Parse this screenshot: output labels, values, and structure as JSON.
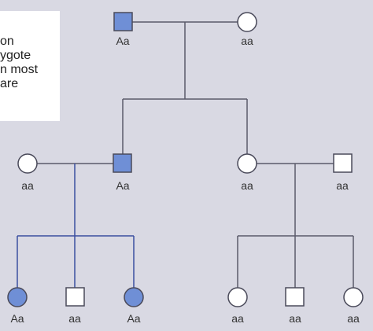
{
  "caption": {
    "line1": "on",
    "line2": "ygote",
    "line3": "n most",
    "line4": "are"
  },
  "colors": {
    "affected_fill": "#6f8fd6",
    "unaffected_fill": "#ffffff",
    "line": "#5a5a6a",
    "blue_line": "#3a4fa0"
  },
  "pedigree": {
    "gen1": [
      {
        "id": "g1-male",
        "sex": "male",
        "affected": true,
        "genotype": "Aa"
      },
      {
        "id": "g1-female",
        "sex": "female",
        "affected": false,
        "genotype": "aa"
      }
    ],
    "gen2": [
      {
        "id": "g2-female-left",
        "sex": "female",
        "affected": false,
        "genotype": "aa"
      },
      {
        "id": "g2-male-left",
        "sex": "male",
        "affected": true,
        "genotype": "Aa"
      },
      {
        "id": "g2-female-right",
        "sex": "female",
        "affected": false,
        "genotype": "aa"
      },
      {
        "id": "g2-male-right",
        "sex": "male",
        "affected": false,
        "genotype": "aa"
      }
    ],
    "gen3": [
      {
        "id": "g3-1",
        "sex": "female",
        "affected": true,
        "genotype": "Aa"
      },
      {
        "id": "g3-2",
        "sex": "male",
        "affected": false,
        "genotype": "aa"
      },
      {
        "id": "g3-3",
        "sex": "female",
        "affected": true,
        "genotype": "Aa"
      },
      {
        "id": "g3-4",
        "sex": "female",
        "affected": false,
        "genotype": "aa"
      },
      {
        "id": "g3-5",
        "sex": "male",
        "affected": false,
        "genotype": "aa"
      },
      {
        "id": "g3-6",
        "sex": "female",
        "affected": false,
        "genotype": "aa"
      }
    ]
  }
}
